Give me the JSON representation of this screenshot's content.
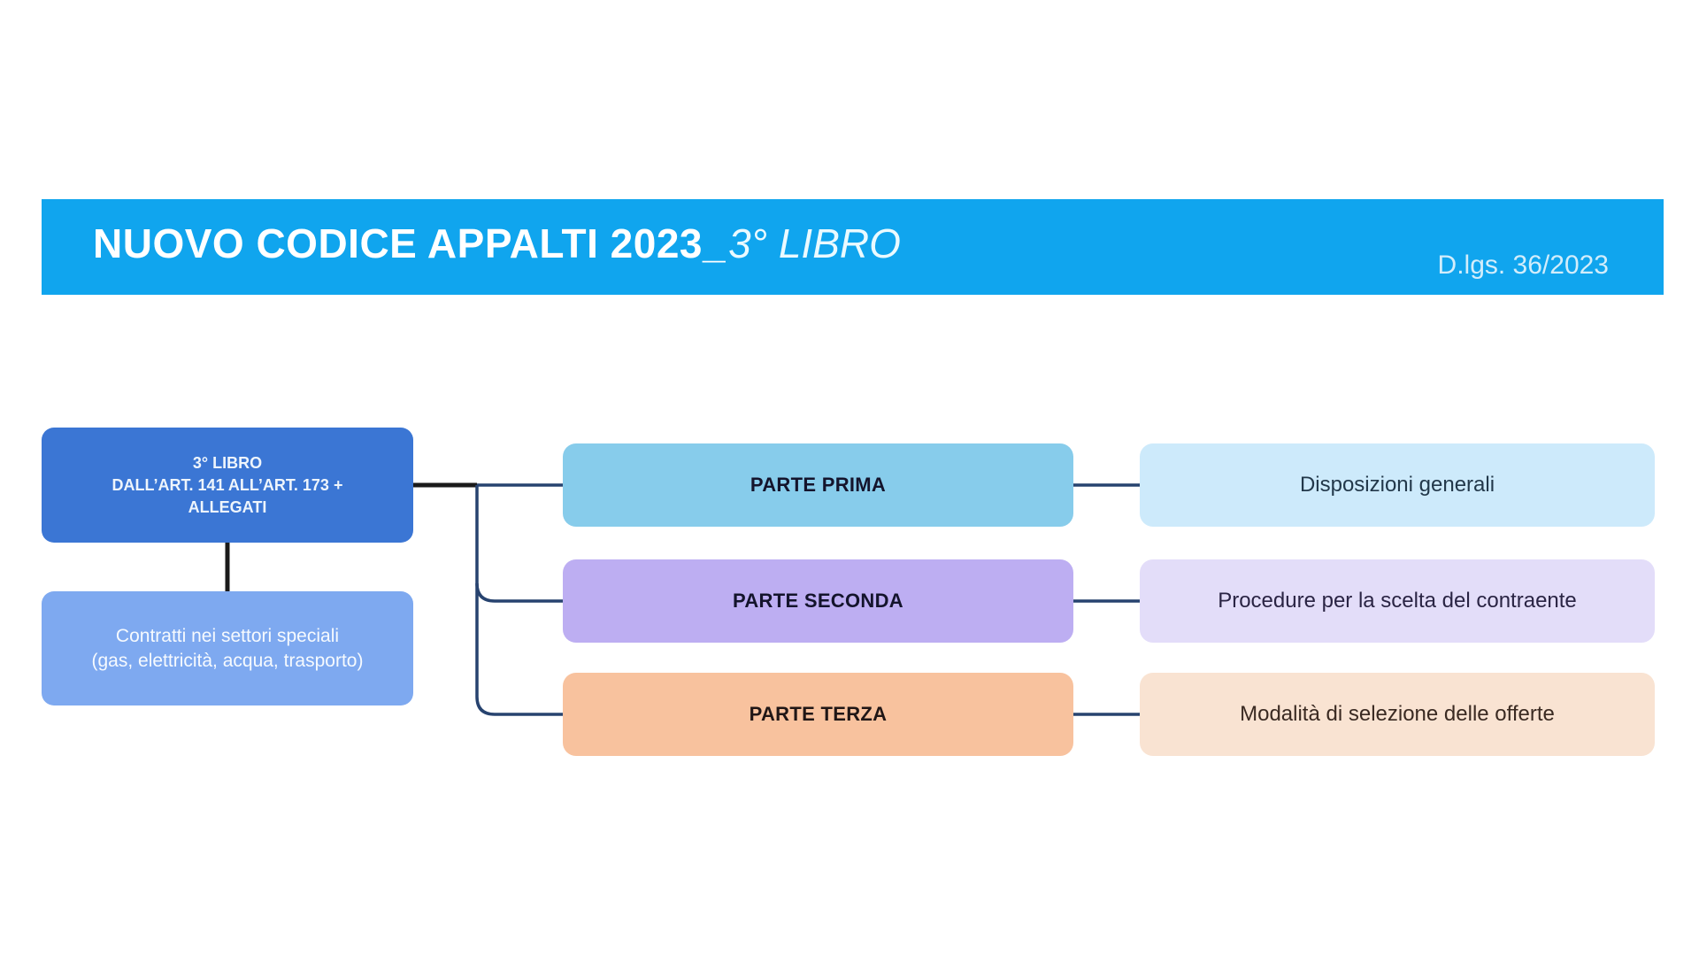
{
  "page": {
    "background": "#ffffff"
  },
  "banner": {
    "title_main": "NUOVO CODICE APPALTI 2023_",
    "title_accent": "3° LIBRO",
    "decree": "D.lgs. 36/2023",
    "bg_color": "#10a5ee",
    "title_color": "#ffffff",
    "decree_color": "#d2edfb"
  },
  "tree": {
    "root": {
      "text": "3° LIBRO\nDALL’ART. 141 ALL’ART. 173 +\nALLEGATI",
      "bg_color": "#3b76d4",
      "text_color": "#eef5fc"
    },
    "attachment": {
      "text": "Contratti nei settori speciali\n(gas, elettricità, acqua, trasporto)",
      "bg_color": "#7ea9f0",
      "text_color": "#f6fafe"
    },
    "rows": [
      {
        "part": "PARTE PRIMA",
        "part_bg": "#87cceb",
        "part_text_color": "#14142c",
        "desc": "Disposizioni generali",
        "desc_bg": "#cdeafb",
        "desc_text_color": "#22384a"
      },
      {
        "part": "PARTE SECONDA",
        "part_bg": "#bdaef2",
        "part_text_color": "#14142c",
        "desc": "Procedure per la scelta del contraente",
        "desc_bg": "#e3ddf9",
        "desc_text_color": "#2a2444"
      },
      {
        "part": "PARTE TERZA",
        "part_bg": "#f8c29e",
        "part_text_color": "#201616",
        "desc": "Modalità di selezione delle offerte",
        "desc_bg": "#f9e3d2",
        "desc_text_color": "#3a2a22"
      }
    ]
  },
  "connectors": {
    "line_color": "#27436f",
    "root_line_color": "#1a1a1a"
  }
}
